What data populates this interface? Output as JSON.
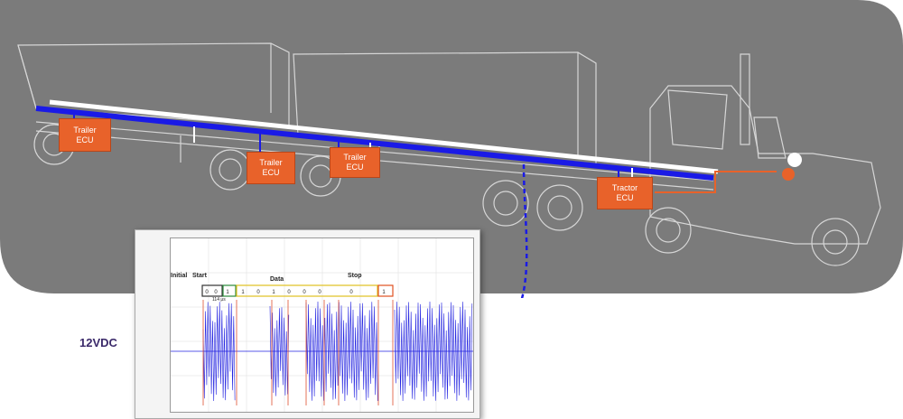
{
  "ecus": [
    {
      "id": "trailer-ecu-1",
      "line1": "Trailer",
      "line2": "ECU"
    },
    {
      "id": "trailer-ecu-2",
      "line1": "Trailer",
      "line2": "ECU"
    },
    {
      "id": "trailer-ecu-3",
      "line1": "Trailer",
      "line2": "ECU"
    },
    {
      "id": "tractor-ecu",
      "line1": "Tractor",
      "line2": "ECU"
    }
  ],
  "voltage_label": "12VDC",
  "scope": {
    "segments": {
      "initial": "Initial",
      "start": "Start",
      "data": "Data",
      "stop": "Stop"
    },
    "bits": [
      "0",
      "0",
      "1",
      "1",
      "0",
      "1",
      "0",
      "0",
      "0",
      "0",
      "1"
    ],
    "timing": "114 μs",
    "colors": {
      "signal": "#2020e0",
      "initial_box": "#333333",
      "start_box": "#2a8a3a",
      "data_box": "#e0c020",
      "stop_box": "#e05020",
      "marker": "#e05030"
    }
  },
  "colors": {
    "bus_line": "#1a1ae6",
    "ecu_fill": "#e8622a",
    "panel": "#7a7a7a"
  }
}
